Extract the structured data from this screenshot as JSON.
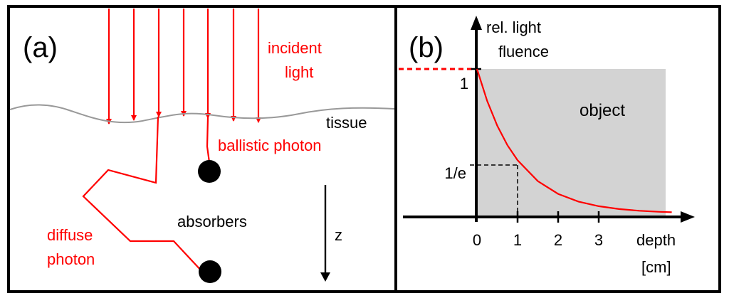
{
  "panel_a": {
    "label": "(a)",
    "incident_light": [
      "incident",
      "light"
    ],
    "tissue": "tissue",
    "ballistic": "ballistic photon",
    "diffuse": [
      "diffuse",
      "photon"
    ],
    "absorbers": "absorbers",
    "depth_axis": "z"
  },
  "panel_b": {
    "label": "(b)",
    "y_title": [
      "rel. light",
      "fluence"
    ],
    "y_tick_1": "1",
    "y_tick_e": "1/e",
    "x_ticks": [
      "0",
      "1",
      "2",
      "3"
    ],
    "x_title": [
      "depth",
      "[cm]"
    ],
    "object": "object"
  },
  "colors": {
    "light": "#ff0000",
    "object_fill": "#d3d3d3",
    "tissue_line": "#999999"
  },
  "chart_data": {
    "type": "line",
    "series": [
      {
        "x": [
          0,
          0.25,
          0.5,
          0.75,
          1,
          1.5,
          2,
          2.5,
          3,
          3.5,
          4,
          4.5,
          4.8
        ],
        "y": [
          1,
          0.779,
          0.607,
          0.472,
          0.368,
          0.223,
          0.135,
          0.082,
          0.05,
          0.03,
          0.018,
          0.011,
          0.008
        ]
      }
    ],
    "x_ticks": [
      0,
      1,
      2,
      3
    ],
    "y_ticks": [
      "1",
      "1/e"
    ],
    "xlabel": "depth [cm]",
    "ylabel": "rel. light fluence",
    "annotations": [
      "object"
    ]
  }
}
